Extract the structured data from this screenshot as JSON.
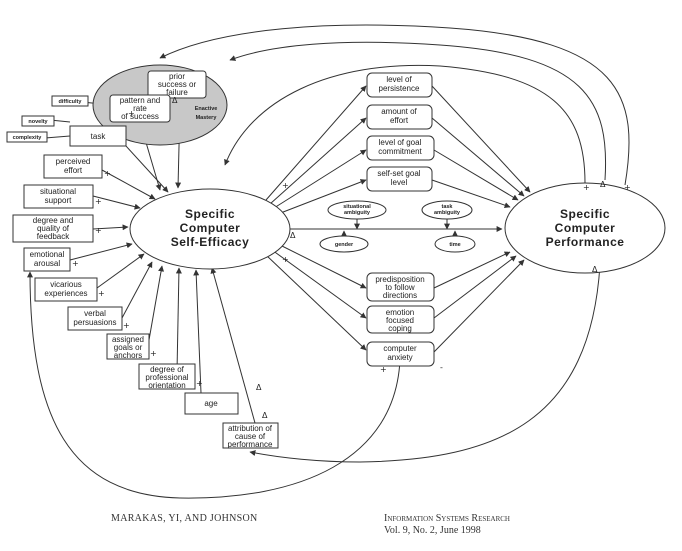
{
  "central": {
    "self_efficacy": [
      "Specific",
      "Computer",
      "Self-Efficacy"
    ],
    "performance": [
      "Specific",
      "Computer",
      "Performance"
    ],
    "enactive_mastery": [
      "Enactive",
      "Mastery"
    ]
  },
  "antecedents": {
    "prior_success": [
      "prior",
      "success or",
      "failure"
    ],
    "pattern_rate": [
      "pattern and",
      "rate",
      "of success"
    ],
    "difficulty": [
      "difficulty"
    ],
    "novelty": [
      "novelty"
    ],
    "complexity": [
      "complexity"
    ],
    "task": [
      "task"
    ],
    "perceived_effort": [
      "perceived",
      "effort"
    ],
    "situational_support": [
      "situational",
      "support"
    ],
    "degree_quality_feedback": [
      "degree and",
      "quality of",
      "feedback"
    ],
    "emotional_arousal": [
      "emotional",
      "arousal"
    ],
    "vicarious_experiences": [
      "vicarious",
      "experiences"
    ],
    "verbal_persuasions": [
      "verbal",
      "persuasions"
    ],
    "assigned_goals": [
      "assigned",
      "goals or",
      "anchors"
    ],
    "professional_orientation": [
      "degree of",
      "professional",
      "orientation"
    ],
    "age": [
      "age"
    ],
    "attribution": [
      "attribution of",
      "cause of",
      "performance"
    ]
  },
  "mediators": {
    "persistence": [
      "level of",
      "persistence"
    ],
    "effort": [
      "amount of",
      "effort"
    ],
    "goal_commitment": [
      "level of goal",
      "commitment"
    ],
    "self_set_goal": [
      "self-set goal",
      "level"
    ],
    "directions": [
      "predisposition",
      "to follow",
      "directions"
    ],
    "emotion_coping": [
      "emotion",
      "focused",
      "coping"
    ],
    "anxiety": [
      "computer",
      "anxiety"
    ]
  },
  "moderators": {
    "situational_ambiguity": [
      "situational",
      "ambiguity"
    ],
    "task_ambiguity": [
      "task",
      "ambiguity"
    ],
    "gender": [
      "gender"
    ],
    "time": [
      "time"
    ]
  },
  "symbols": {
    "delta": "Δ",
    "plus": "+",
    "minus": "-"
  },
  "footer": {
    "authors": "MARAKAS, YI, AND JOHNSON",
    "journal": "Information Systems Research",
    "issue": "Vol. 9, No. 2, June 1998"
  }
}
